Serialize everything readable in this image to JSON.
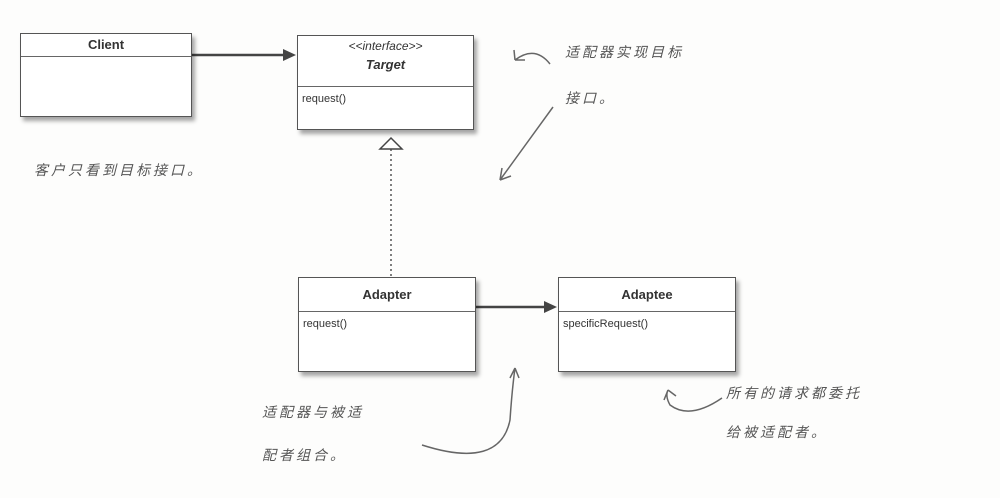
{
  "classes": {
    "client": {
      "name": "Client"
    },
    "target": {
      "stereotype": "<<interface>>",
      "name": "Target",
      "operation": "request()"
    },
    "adapter": {
      "name": "Adapter",
      "operation": "request()"
    },
    "adaptee": {
      "name": "Adaptee",
      "operation": "specificRequest()"
    }
  },
  "notes": {
    "client_note": "客户只看到目标接口。",
    "adapter_note_1": "适配器实现目标",
    "adapter_note_2": "接口。",
    "composition_note_1": "适配器与被适",
    "composition_note_2": "配者组合。",
    "delegate_note_1": "所有的请求都委托",
    "delegate_note_2": "给被适配者。"
  }
}
